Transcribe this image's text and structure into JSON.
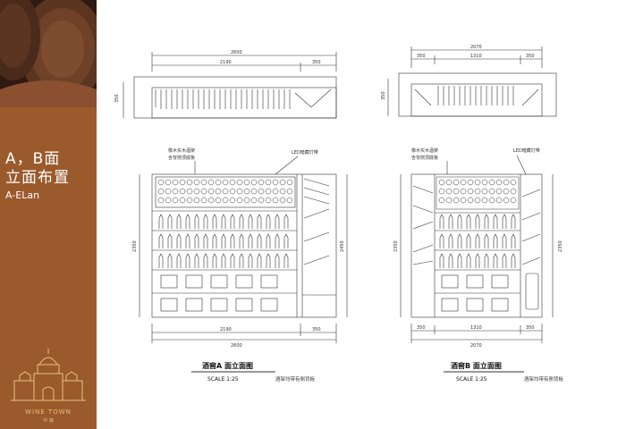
{
  "sidebar": {
    "title_line1": "A，B面",
    "title_line2": "立面布置",
    "subtitle": "A-ELan",
    "logo_text": "WINE TOWN",
    "logo_sub": "中 镇"
  },
  "elevation_a": {
    "title": "酒窖A  面立面图",
    "scale": "SCALE   1:25",
    "note": "酒架均带有侧背板",
    "callout_left": "橡木实木酒架",
    "callout_left2": "含背侧顶底板",
    "callout_right": "LED暗藏灯带",
    "dim_top_total": "2600",
    "dim_top_a": "2190",
    "dim_top_b": "350",
    "dim_side_top": "350",
    "dim_left": "2350",
    "dim_right": "2450",
    "dim_bottom_a": "2190",
    "dim_bottom_b": "350",
    "dim_bottom_total": "2600"
  },
  "elevation_b": {
    "title": "酒窖B  面立面图",
    "scale": "SCALE   1:25",
    "note": "酒架均带有侧背板",
    "callout_left": "橡木实木酒架",
    "callout_left2": "含背侧顶底板",
    "callout_right": "LED暗藏灯带",
    "dim_top_total": "2070",
    "dim_top_a": "350",
    "dim_top_b": "1310",
    "dim_top_c": "350",
    "dim_side_top": "350",
    "dim_left": "2350",
    "dim_right": "2350",
    "dim_bottom_a": "350",
    "dim_bottom_b": "1310",
    "dim_bottom_c": "350",
    "dim_bottom_total": "2070"
  }
}
